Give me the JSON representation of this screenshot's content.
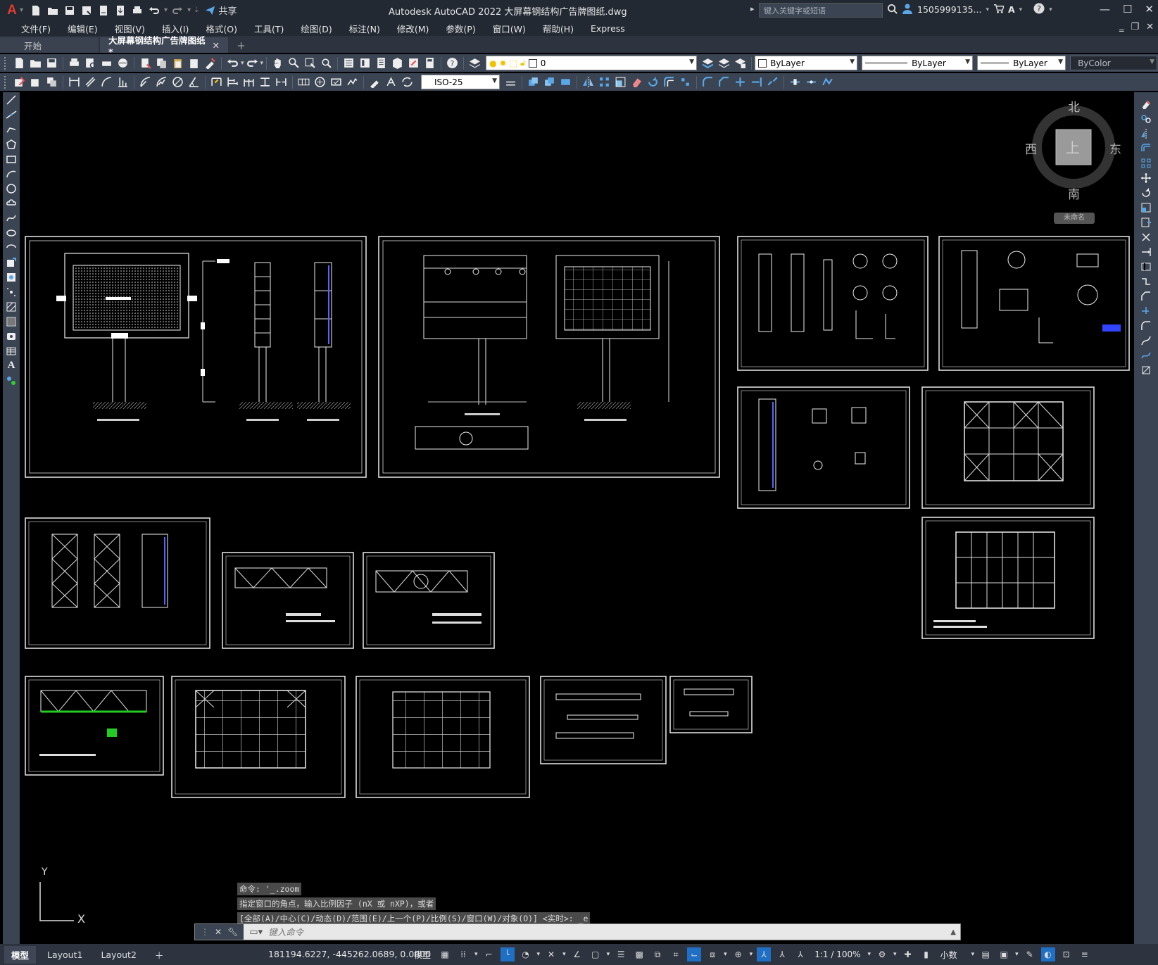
{
  "app": {
    "logo": "A",
    "title": "Autodesk AutoCAD 2022   大屏幕钢结构广告牌图纸.dwg",
    "search_placeholder": "键入关键字或短语",
    "user": "1505999135...",
    "share_label": "共享"
  },
  "menu": [
    "文件(F)",
    "编辑(E)",
    "视图(V)",
    "插入(I)",
    "格式(O)",
    "工具(T)",
    "绘图(D)",
    "标注(N)",
    "修改(M)",
    "参数(P)",
    "窗口(W)",
    "帮助(H)",
    "Express"
  ],
  "tabs": [
    {
      "label": "开始",
      "active": false
    },
    {
      "label": "大屏幕钢结构广告牌图纸*",
      "active": true
    }
  ],
  "toolbar": {
    "layer_value": "0",
    "color_value": "ByLayer",
    "linetype_value": "ByLayer",
    "lineweight_value": "ByLayer",
    "plotstyle_value": "ByColor",
    "dimstyle_value": "ISO-25"
  },
  "viewcube": {
    "north": "北",
    "south": "南",
    "east": "东",
    "west": "西",
    "face": "上",
    "unnamed_label": "未命名"
  },
  "command": {
    "history": [
      "命令: '_.zoom",
      "指定窗口的角点，输入比例因子 (nX 或 nXP)，或者",
      "[全部(A)/中心(C)/动态(D)/范围(E)/上一个(P)/比例(S)/窗口(W)/对象(O)] <实时>: _e"
    ],
    "placeholder": "键入命令"
  },
  "ucs": {
    "y_label": "Y",
    "x_label": "X"
  },
  "status": {
    "layouts": [
      "模型",
      "Layout1",
      "Layout2"
    ],
    "coordinates": "181194.6227, -445262.0689, 0.0000",
    "model_label": "模型",
    "scale": "1:1 / 100%",
    "units": "小数"
  }
}
